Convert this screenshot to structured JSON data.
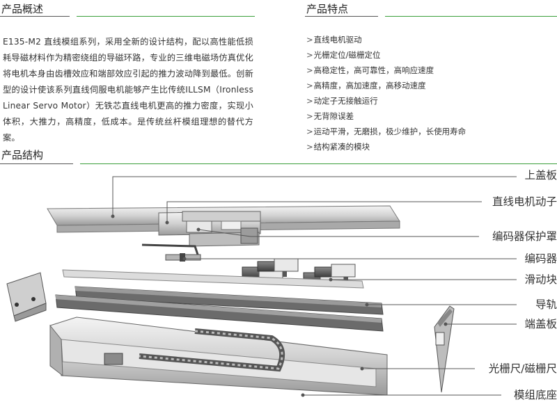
{
  "overview": {
    "title": "产品概述",
    "text": "E135-M2 直线模组系列，采用全新的设计结构，配以高性能低损耗导磁材料作为精密绕组的导磁环路，专业的三维电磁场仿真优化将电机本身由齿槽效应和端部效应引起的推力波动降到最低。创新型的设计使该系列直线伺服电机能够产生比传统ILLSM（Ironless Linear Servo Motor）无铁芯直线电机更高的推力密度，实现小体积，大推力，高精度，低成本。是传统丝杆模组理想的替代方案。"
  },
  "features": {
    "title": "产品特点",
    "items": [
      "直线电机驱动",
      "光栅定位/磁栅定位",
      "高稳定性，高可靠性，高响应速度",
      "高精度，高加速度，高移动速度",
      "动定子无接触运行",
      "无背隙误差",
      "运动平滑，无磨损，极少维护，长使用寿命",
      "结构紧凑的模块"
    ]
  },
  "structure": {
    "title": "产品结构",
    "parts": [
      "上盖板",
      "直线电机动子",
      "编码器保护罩",
      "编码器",
      "滑动块",
      "导轨",
      "端盖板",
      "光栅尺/磁栅尺",
      "模组底座"
    ]
  },
  "colors": {
    "accent": "#3a9e3a",
    "rule": "#555555",
    "text": "#333333"
  }
}
